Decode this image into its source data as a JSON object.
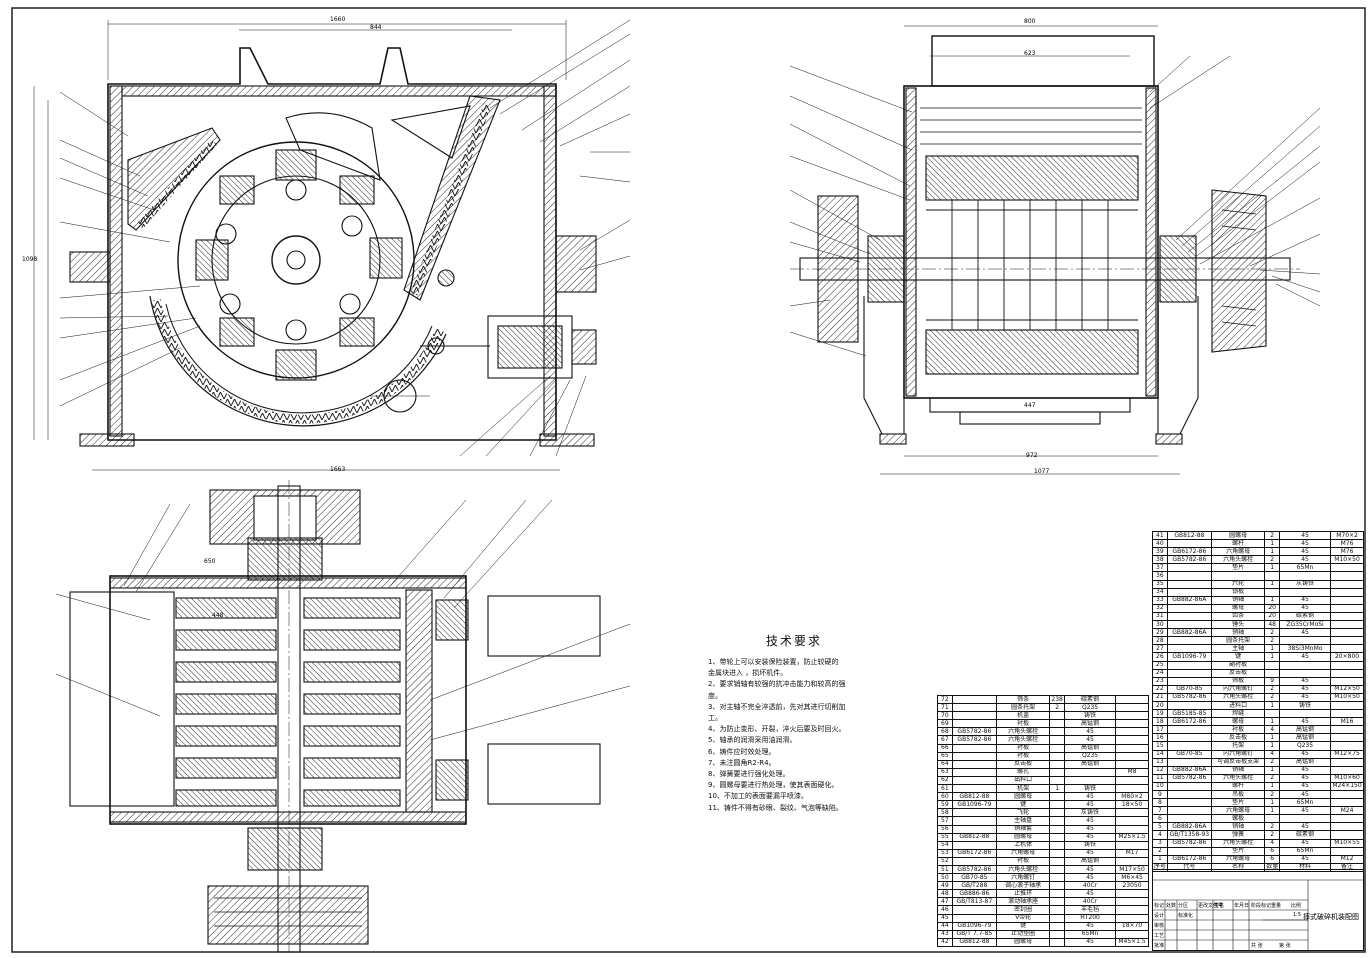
{
  "drawing_name": "摔式破碎机装配图",
  "tech_req": {
    "heading": "技术要求",
    "items": [
      "1、带轮上可以安装保险装置，防止较硬的",
      "   金属块进入 ，损坏机件。",
      "2、要求销轴有较强的抗冲击能力和较高的强",
      "   度。",
      "3、对主轴不完全淬透前，先对其进行切削加",
      "   工。",
      "4、为防止变形、开裂，淬火后要及时回火。",
      "5、轴承的润滑采用油润滑。",
      "6、铸件应时效处理。",
      "7、未注圆角R2-R4。",
      "8、弹簧要进行强化处理。",
      "9、圆螺母要进行热处理，使其表面硬化。",
      "10、不加工的表面要漏平喷漆。",
      "11、铸件不得有砂眼、裂纹、气泡等缺陷。"
    ]
  },
  "dims": {
    "front_total": "1660",
    "front_inner": "844",
    "front_base": "1663",
    "front_height": "1098",
    "side_top": "800",
    "side_hopper": "623",
    "side_base": "1077",
    "side_foot": "972",
    "side_inner": "447",
    "plan_a": "650",
    "plan_b": "448"
  },
  "parts_right": [
    [
      "41",
      "GB812-88",
      "圆螺母",
      "2",
      "45",
      "M70×2"
    ],
    [
      "40",
      "",
      "螺杆",
      "1",
      "45",
      "M76"
    ],
    [
      "39",
      "GB6172-86",
      "六角螺母",
      "1",
      "45",
      "M76"
    ],
    [
      "38",
      "GB5782-86",
      "六角头螺栓",
      "2",
      "45",
      "M10×50"
    ],
    [
      "37",
      "",
      "垫片",
      "1",
      "65Mn",
      ""
    ],
    [
      "36",
      "",
      "",
      "",
      "",
      ""
    ],
    [
      "35",
      "",
      "六轮",
      "1",
      "灰铸铁",
      ""
    ],
    [
      "34",
      "",
      "锁板",
      "",
      "",
      ""
    ],
    [
      "33",
      "GB882-86A",
      "销轴",
      "1",
      "45",
      ""
    ],
    [
      "32",
      "",
      "螺母",
      "20",
      "45",
      ""
    ],
    [
      "31",
      "",
      "齿条",
      "20",
      "碳素钢",
      ""
    ],
    [
      "30",
      "",
      "锤头",
      "48",
      "ZG35CrMoSi",
      ""
    ],
    [
      "29",
      "GB882-86A",
      "销轴",
      "2",
      "45",
      ""
    ],
    [
      "28",
      "",
      "圆条托架",
      "2",
      "",
      ""
    ],
    [
      "27",
      "",
      "主轴",
      "1",
      "38Si3MnMo",
      ""
    ],
    [
      "26",
      "GB1096-79",
      "键",
      "1",
      "45",
      "20×800"
    ],
    [
      "25",
      "",
      "副衬板",
      "",
      "",
      ""
    ],
    [
      "24",
      "",
      "反击板",
      "",
      "",
      ""
    ],
    [
      "23",
      "",
      "筛板",
      "9",
      "45",
      ""
    ],
    [
      "22",
      "GB70-85",
      "内六角螺钉",
      "2",
      "45",
      "M12×50"
    ],
    [
      "21",
      "GB5782-86",
      "六角头螺栓",
      "2",
      "45",
      "M10×50"
    ],
    [
      "20",
      "",
      "进料口",
      "1",
      "铸铁",
      ""
    ],
    [
      "19",
      "GB5185-85",
      "焊缝",
      "",
      "",
      ""
    ],
    [
      "18",
      "GB6172-86",
      "螺母",
      "1",
      "45",
      "M16"
    ],
    [
      "17",
      "",
      "衬板",
      "4",
      "高锰钢",
      ""
    ],
    [
      "16",
      "",
      "反击板",
      "1",
      "高锰钢",
      ""
    ],
    [
      "15",
      "",
      "托架",
      "1",
      "Q235",
      ""
    ],
    [
      "14",
      "GB70-85",
      "内六角螺钉",
      "4",
      "45",
      "M12×75"
    ],
    [
      "13",
      "",
      "可调反击板支架",
      "2",
      "高锰钢",
      ""
    ],
    [
      "12",
      "GB882-86A",
      "销轴",
      "1",
      "45",
      ""
    ],
    [
      "11",
      "GB5782-86",
      "六角头螺栓",
      "2",
      "45",
      "M10×60"
    ],
    [
      "10",
      "",
      "螺杆",
      "1",
      "45",
      "M24×150"
    ],
    [
      "9",
      "",
      "吊板",
      "2",
      "45",
      ""
    ],
    [
      "8",
      "",
      "垫片",
      "1",
      "65Mn",
      ""
    ],
    [
      "7",
      "",
      "六角螺母",
      "1",
      "45",
      "M24"
    ],
    [
      "6",
      "",
      "螺板",
      "",
      "",
      ""
    ],
    [
      "5",
      "GB882-86A",
      "销轴",
      "2",
      "45",
      ""
    ],
    [
      "4",
      "GB/T1358-93",
      "弹簧",
      "2",
      "碳素钢",
      ""
    ],
    [
      "3",
      "GB5782-86",
      "六角头螺栓",
      "4",
      "45",
      "M10×55"
    ],
    [
      "2",
      "",
      "垫片",
      "6",
      "65Mn",
      ""
    ],
    [
      "1",
      "GB6172-86",
      "六角螺母",
      "6",
      "45",
      "M12"
    ]
  ],
  "parts_left": [
    [
      "72",
      "",
      "筛条",
      "238",
      "碳素钢",
      ""
    ],
    [
      "71",
      "",
      "圆条托架",
      "2",
      "Q235",
      ""
    ],
    [
      "70",
      "",
      "机盖",
      "",
      "铸铁",
      ""
    ],
    [
      "69",
      "",
      "衬板",
      "",
      "高锰钢",
      ""
    ],
    [
      "68",
      "GB5782-86",
      "六角头螺栓",
      "",
      "45",
      ""
    ],
    [
      "67",
      "GB5782-86",
      "六角头螺栓",
      "",
      "45",
      ""
    ],
    [
      "66",
      "",
      "衬板",
      "",
      "高锰钢",
      ""
    ],
    [
      "65",
      "",
      "衬板",
      "",
      "Q235",
      ""
    ],
    [
      "64",
      "",
      "反击板",
      "",
      "高锰钢",
      ""
    ],
    [
      "63",
      "",
      "螺孔",
      "",
      "",
      "M8"
    ],
    [
      "62",
      "",
      "出料口",
      "",
      "",
      ""
    ],
    [
      "61",
      "",
      "机架",
      "1",
      "铸铁",
      ""
    ],
    [
      "60",
      "GB812-88",
      "圆螺母",
      "",
      "45",
      "M80×2"
    ],
    [
      "59",
      "GB1096-79",
      "键",
      "",
      "45",
      "18×50"
    ],
    [
      "58",
      "",
      "飞轮",
      "",
      "灰铸铁",
      ""
    ],
    [
      "57",
      "",
      "主轴盘",
      "",
      "45",
      ""
    ],
    [
      "56",
      "",
      "销轴套",
      "",
      "45",
      ""
    ],
    [
      "55",
      "GB812-88",
      "圆螺母",
      "",
      "45",
      "M25×1.5"
    ],
    [
      "54",
      "",
      "上机体",
      "",
      "铸铁",
      ""
    ],
    [
      "53",
      "GB6172-86",
      "六角螺母",
      "",
      "45",
      "M17"
    ],
    [
      "52",
      "",
      "衬板",
      "",
      "高锰钢",
      ""
    ],
    [
      "51",
      "GB5782-86",
      "六角头螺栓",
      "",
      "45",
      "M17×50"
    ],
    [
      "50",
      "GB70-85",
      "六角螺钉",
      "",
      "45",
      "M6×45"
    ],
    [
      "49",
      "GB/T288",
      "调心滚子轴承",
      "",
      "40Cr",
      "23050"
    ],
    [
      "48",
      "GB886-86",
      "止推环",
      "",
      "45",
      ""
    ],
    [
      "47",
      "GB/T813-87",
      "滚动轴承座",
      "",
      "40Cr",
      ""
    ],
    [
      "46",
      "",
      "密封圈",
      "",
      "羊毛毡",
      ""
    ],
    [
      "45",
      "",
      "V带轮",
      "",
      "HT200",
      ""
    ],
    [
      "44",
      "GB1096-79",
      "键",
      "",
      "45",
      "18×70"
    ],
    [
      "43",
      "GB/T 7.7-85",
      "止动垫圈",
      "",
      "65Mn",
      ""
    ],
    [
      "42",
      "GB812-88",
      "圆螺母",
      "",
      "45",
      "M45×1.5"
    ]
  ],
  "header_labels": [
    "序号",
    "代号",
    "名称",
    "数量",
    "材料",
    "单件",
    "总计",
    "重量",
    "备注"
  ],
  "title_labels": [
    "标记",
    "处数",
    "分区",
    "更改文件号",
    "签名",
    "年月日",
    "设计",
    "标准化",
    "阶段标记",
    "重量",
    "比例",
    "审核",
    "工艺",
    "批准",
    "共 张",
    "第 张",
    "1:5"
  ]
}
